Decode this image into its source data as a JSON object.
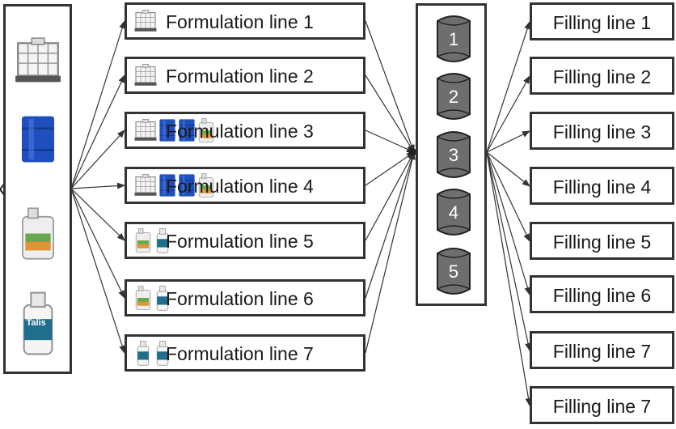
{
  "source_images": [
    {
      "name": "ibc-container-icon",
      "kind": "ibc"
    },
    {
      "name": "blue-drum-icon",
      "kind": "drum"
    },
    {
      "name": "jerrycan-icon",
      "kind": "jerrycan"
    },
    {
      "name": "bottle-icon",
      "kind": "bottle",
      "text": "Talis"
    }
  ],
  "formulation_lines": [
    {
      "label": "Formulation line 1",
      "icons": [
        "ibc"
      ]
    },
    {
      "label": "Formulation line 2",
      "icons": [
        "ibc"
      ]
    },
    {
      "label": "Formulation line 3",
      "icons": [
        "ibc",
        "drum",
        "drum",
        "jerrycan"
      ]
    },
    {
      "label": "Formulation line 4",
      "icons": [
        "ibc",
        "drum",
        "drum",
        "jerrycan"
      ]
    },
    {
      "label": "Formulation line 5",
      "icons": [
        "jerrycan",
        "bottle"
      ]
    },
    {
      "label": "Formulation line 6",
      "icons": [
        "jerrycan",
        "bottle"
      ]
    },
    {
      "label": "Formulation line 7",
      "icons": [
        "bottle",
        "bottle"
      ]
    }
  ],
  "tanks": [
    "1",
    "2",
    "3",
    "4",
    "5"
  ],
  "filling_lines": [
    "Filling line 1",
    "Filling line 2",
    "Filling line 3",
    "Filling line 4",
    "Filling line 5",
    "Filling line 6",
    "Filling line 7",
    "Filling line 7"
  ],
  "colors": {
    "border": "#333333",
    "tank_fill": "#6e6e6e",
    "drum_blue": "#1f4fbf",
    "arrow": "#333333"
  }
}
